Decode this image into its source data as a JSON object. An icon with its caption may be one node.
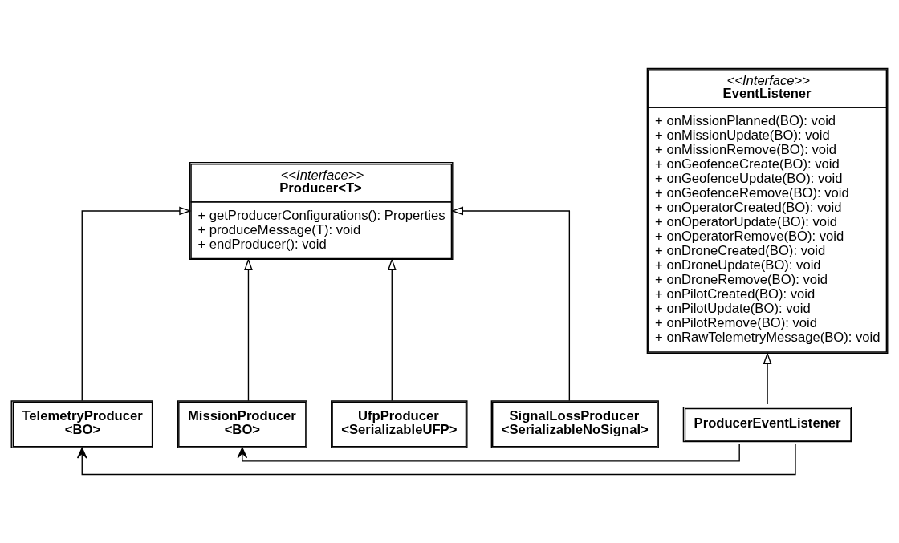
{
  "diagram": {
    "nodes": [
      {
        "text": [
          "<<Interface>>",
          "Producer<T>",
          "+ getProducerConfigurations(): Properties",
          "+ produceMessage(T): void",
          "+ endProducer(): void"
        ]
      },
      {
        "text": [
          "<<Interface>>",
          "EventListener",
          "+ onMissionPlanned(BO): void",
          "+ onMissionUpdate(BO): void",
          "+ onMissionRemove(BO): void",
          "+ onGeofenceCreate(BO): void",
          "+ onGeofenceUpdate(BO): void",
          "+ onGeofenceRemove(BO): void",
          "+ onOperatorCreated(BO): void",
          "+ onOperatorUpdate(BO): void",
          "+ onOperatorRemove(BO): void",
          "+ onDroneCreated(BO): void",
          "+ onDroneUpdate(BO): void",
          "+ onDroneRemove(BO): void",
          "+ onPilotCreated(BO): void",
          "+ onPilotUpdate(BO): void",
          "+ onPilotRemove(BO): void",
          "+ onRawTelemetryMessage(BO): void"
        ]
      },
      {
        "text": [
          "TelemetryProducer",
          "<BO>"
        ]
      },
      {
        "text": [
          "MissionProducer",
          "<BO>"
        ]
      },
      {
        "text": [
          "UfpProducer",
          "<SerializableUFP>"
        ]
      },
      {
        "text": [
          "SignalLossProducer",
          "<SerializableNoSignal>"
        ]
      },
      {
        "text": [
          "ProducerEventListener"
        ]
      }
    ],
    "edges": [
      {
        "from": 2,
        "to": 0,
        "arrow": "to"
      },
      {
        "from": 3,
        "to": 0,
        "arrow": "to"
      },
      {
        "from": 4,
        "to": 0,
        "arrow": "to"
      },
      {
        "from": 5,
        "to": 0,
        "arrow": "to"
      },
      {
        "from": 6,
        "to": 1,
        "arrow": "to"
      },
      {
        "from": 6,
        "to": 2,
        "arrow": "to"
      },
      {
        "from": 6,
        "to": 3,
        "arrow": "to"
      }
    ]
  }
}
